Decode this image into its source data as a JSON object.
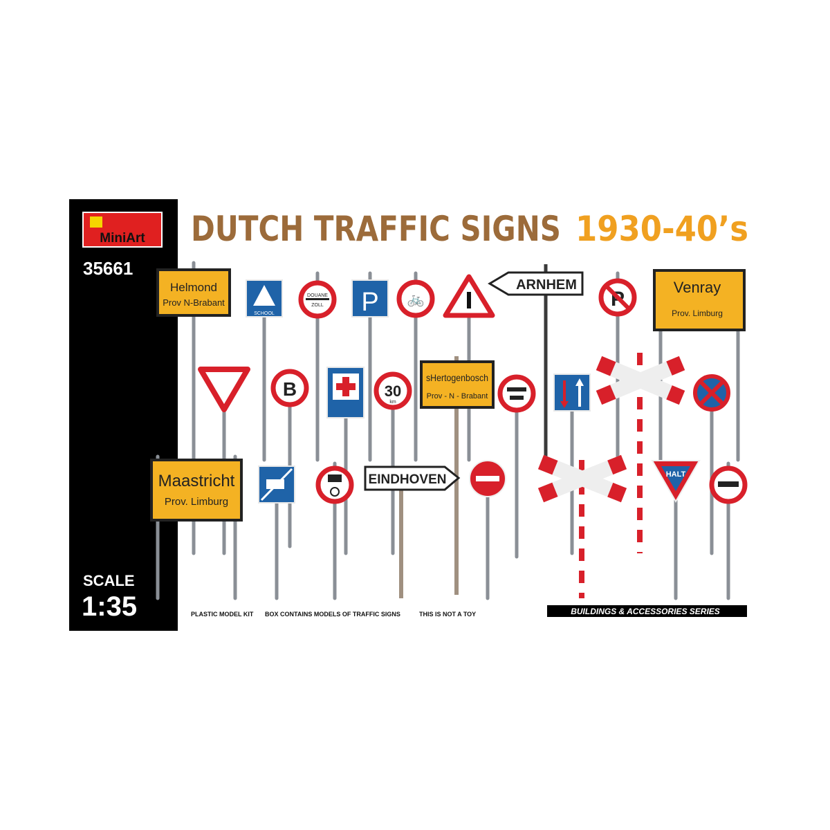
{
  "brand": {
    "logo": "MiniArt",
    "kit_number": "35661"
  },
  "title": {
    "main": "DUTCH TRAFFIC SIGNS",
    "years": "1930-40’s"
  },
  "scale": {
    "label": "SCALE",
    "value": "1:35"
  },
  "footer": {
    "notes": [
      "PLASTIC MODEL KIT",
      "BOX CONTAINS MODELS OF TRAFFIC SIGNS",
      "THIS IS NOT A TOY"
    ],
    "series": "BUILDINGS & ACCESSORIES SERIES"
  },
  "signs": {
    "helmond": {
      "line1": "Helmond",
      "line2": "Prov N-Brabant"
    },
    "school": "SCHOOL",
    "douane": {
      "line1": "DOUANE",
      "line2": "ZOLL"
    },
    "parking": "P",
    "arnhem": "ARNHEM",
    "venray": {
      "line1": "Venray",
      "line2": "Prov. Limburg"
    },
    "b_sign": "B",
    "speed": {
      "value": "30",
      "unit": "km"
    },
    "hertogenbosch": {
      "line1": "sHertogenbosch",
      "line2": "Prov - N - Brabant"
    },
    "maastricht": {
      "line1": "Maastricht",
      "line2": "Prov. Limburg"
    },
    "eindhoven": "EINDHOVEN",
    "halt": "HALT"
  },
  "colors": {
    "brown": "#9c6b3a",
    "orange": "#f0a020",
    "red": "#d8202a",
    "yellow": "#f4b223",
    "blue": "#1f63a8",
    "black": "#000000"
  }
}
